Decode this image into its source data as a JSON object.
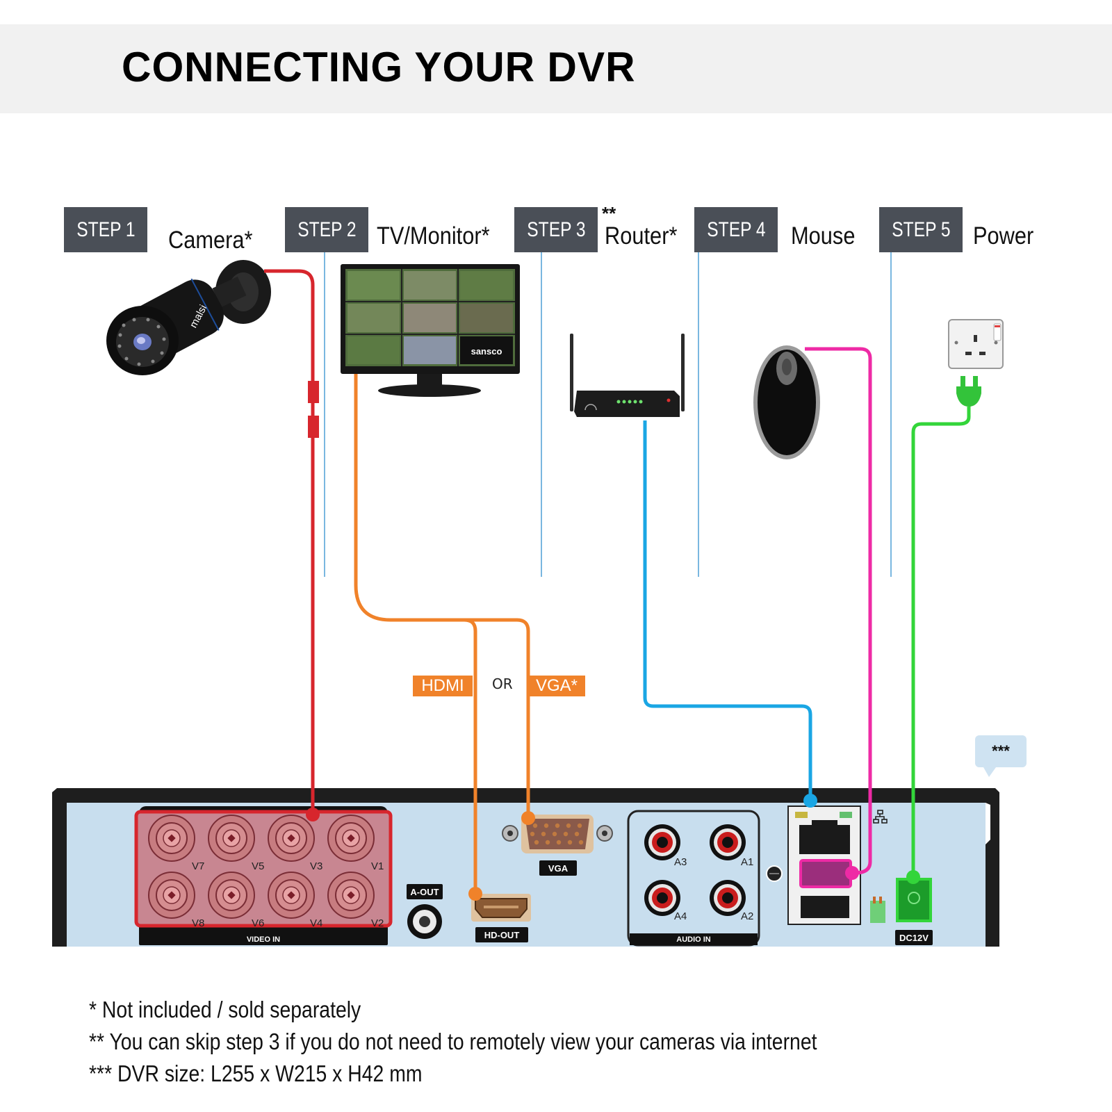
{
  "header": {
    "title": "CONNECTING YOUR DVR"
  },
  "steps": [
    {
      "badge": "STEP 1",
      "label": "Camera*",
      "device": "camera",
      "cable_color": "#d7262d"
    },
    {
      "badge": "STEP 2",
      "label": "TV/Monitor*",
      "device": "monitor",
      "cable_color": "#f0822a"
    },
    {
      "badge": "STEP 3",
      "label": "Router*",
      "prefix": "**",
      "device": "router",
      "cable_color": "#1aa6e4"
    },
    {
      "badge": "STEP 4",
      "label": "Mouse",
      "device": "mouse",
      "cable_color": "#ee2aa5"
    },
    {
      "badge": "STEP 5",
      "label": "Power",
      "device": "power-socket",
      "cable_color": "#33d53a"
    }
  ],
  "devices": {
    "camera_brand": "malsi",
    "monitor_brand": "sansco"
  },
  "video_options": {
    "hdmi": "HDMI",
    "or": "OR",
    "vga": "VGA*"
  },
  "dvr": {
    "size_bubble": "***",
    "video_in": {
      "label": "VIDEO IN",
      "top_row": [
        "V7",
        "V5",
        "V3",
        "V1"
      ],
      "bottom_row": [
        "V8",
        "V6",
        "V4",
        "V2"
      ]
    },
    "a_out": "A-OUT",
    "hd_out": "HD-OUT",
    "vga": "VGA",
    "audio_in": {
      "label": "AUDIO IN",
      "top_row": [
        "A3",
        "A1"
      ],
      "bottom_row": [
        "A4",
        "A2"
      ]
    },
    "dc": "DC12V"
  },
  "notes": [
    "* Not included / sold separately",
    "** You can skip step 3 if you do not need to remotely view your cameras via internet",
    "*** DVR size: L255 x W215 x H42 mm"
  ]
}
